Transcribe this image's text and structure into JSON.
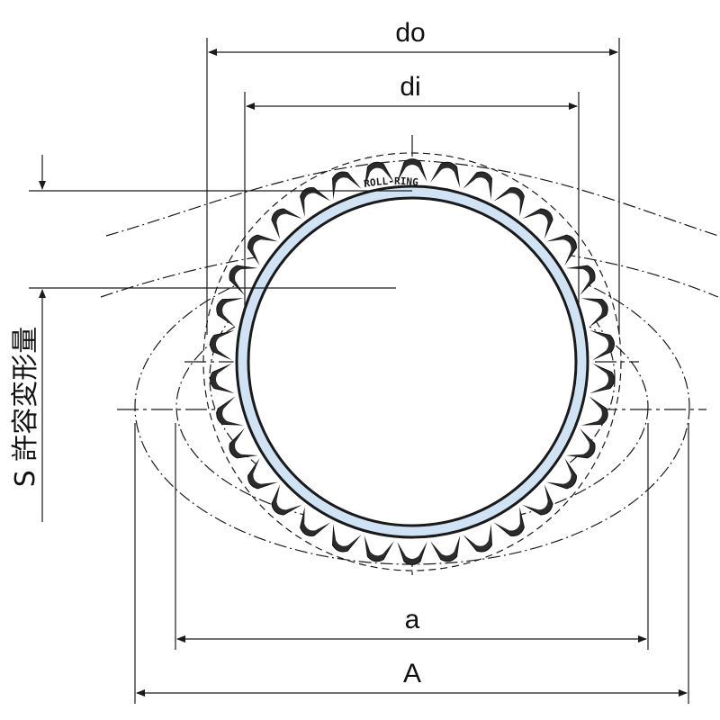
{
  "labels": {
    "do": "do",
    "di": "di",
    "a": "a",
    "A": "A",
    "s_label": "S 許容変形量",
    "ring_mark": "ROLL-RING"
  },
  "colors": {
    "ring_fill": "#cfe3f5",
    "line": "#1a1a1a",
    "teeth": "#2b2b2b",
    "background": "#ffffff"
  }
}
